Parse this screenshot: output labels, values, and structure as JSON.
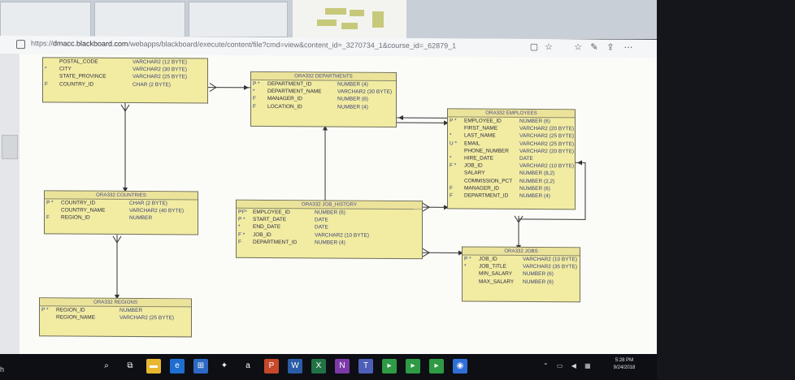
{
  "browser": {
    "url_prefix": "https://",
    "url_host": "dmacc.blackboard.com",
    "url_path": "/webapps/blackboard/execute/content/file?cmd=view&content_id=_3270734_1&course_id=_62879_1"
  },
  "entities": {
    "locations": {
      "rows": [
        {
          "key": "",
          "col": "POSTAL_CODE",
          "type": "VARCHAR2 (12 BYTE)"
        },
        {
          "key": "*",
          "col": "CITY",
          "type": "VARCHAR2 (30 BYTE)"
        },
        {
          "key": "",
          "col": "STATE_PROVINCE",
          "type": "VARCHAR2 (25 BYTE)"
        },
        {
          "key": "F",
          "col": "COUNTRY_ID",
          "type": "CHAR (2 BYTE)"
        }
      ]
    },
    "departments": {
      "title": "ORA332 DEPARTMENTS",
      "rows": [
        {
          "key": "P *",
          "col": "DEPARTMENT_ID",
          "type": "NUMBER (4)"
        },
        {
          "key": "*",
          "col": "DEPARTMENT_NAME",
          "type": "VARCHAR2 (30 BYTE)"
        },
        {
          "key": "F",
          "col": "MANAGER_ID",
          "type": "NUMBER (6)"
        },
        {
          "key": "F",
          "col": "LOCATION_ID",
          "type": "NUMBER (4)"
        }
      ]
    },
    "employees": {
      "title": "ORA332 EMPLOYEES",
      "rows": [
        {
          "key": "P *",
          "col": "EMPLOYEE_ID",
          "type": "NUMBER (6)"
        },
        {
          "key": "",
          "col": "FIRST_NAME",
          "type": "VARCHAR2 (20 BYTE)"
        },
        {
          "key": "*",
          "col": "LAST_NAME",
          "type": "VARCHAR2 (25 BYTE)"
        },
        {
          "key": "U *",
          "col": "EMAIL",
          "type": "VARCHAR2 (25 BYTE)"
        },
        {
          "key": "",
          "col": "PHONE_NUMBER",
          "type": "VARCHAR2 (20 BYTE)"
        },
        {
          "key": "*",
          "col": "HIRE_DATE",
          "type": "DATE"
        },
        {
          "key": "F *",
          "col": "JOB_ID",
          "type": "VARCHAR2 (10 BYTE)"
        },
        {
          "key": "",
          "col": "SALARY",
          "type": "NUMBER (8,2)"
        },
        {
          "key": "",
          "col": "COMMISSION_PCT",
          "type": "NUMBER (2,2)"
        },
        {
          "key": "F",
          "col": "MANAGER_ID",
          "type": "NUMBER (6)"
        },
        {
          "key": "F",
          "col": "DEPARTMENT_ID",
          "type": "NUMBER (4)"
        }
      ]
    },
    "countries": {
      "title": "ORA332 COUNTRIES",
      "rows": [
        {
          "key": "P *",
          "col": "COUNTRY_ID",
          "type": "CHAR (2 BYTE)"
        },
        {
          "key": "",
          "col": "COUNTRY_NAME",
          "type": "VARCHAR2 (40 BYTE)"
        },
        {
          "key": "F",
          "col": "REGION_ID",
          "type": "NUMBER"
        }
      ]
    },
    "job_history": {
      "title": "ORA332 JOB_HISTORY",
      "rows": [
        {
          "key": "PF*",
          "col": "EMPLOYEE_ID",
          "type": "NUMBER (6)"
        },
        {
          "key": "P *",
          "col": "START_DATE",
          "type": "DATE"
        },
        {
          "key": "*",
          "col": "END_DATE",
          "type": "DATE"
        },
        {
          "key": "F *",
          "col": "JOB_ID",
          "type": "VARCHAR2 (10 BYTE)"
        },
        {
          "key": "F",
          "col": "DEPARTMENT_ID",
          "type": "NUMBER (4)"
        }
      ]
    },
    "jobs": {
      "title": "ORA332 JOBS",
      "rows": [
        {
          "key": "P *",
          "col": "JOB_ID",
          "type": "VARCHAR2 (10 BYTE)"
        },
        {
          "key": "*",
          "col": "JOB_TITLE",
          "type": "VARCHAR2 (35 BYTE)"
        },
        {
          "key": "",
          "col": "MIN_SALARY",
          "type": "NUMBER (6)"
        },
        {
          "key": "",
          "col": "MAX_SALARY",
          "type": "NUMBER (6)"
        }
      ]
    },
    "regions": {
      "title": "ORA332 REGIONS",
      "rows": [
        {
          "key": "P *",
          "col": "REGION_ID",
          "type": "NUMBER"
        },
        {
          "key": "",
          "col": "REGION_NAME",
          "type": "VARCHAR2 (25 BYTE)"
        }
      ]
    }
  },
  "taskbar": {
    "icons": [
      "search-icon",
      "task-view-icon",
      "file-explorer-icon",
      "edge-icon",
      "store-icon",
      "dropbox-icon",
      "amazon-icon",
      "powerpoint-icon",
      "word-icon",
      "excel-icon",
      "onenote-icon",
      "teams-icon",
      "app-green-1-icon",
      "app-green-2-icon",
      "app-green-3-icon",
      "chrome-icon"
    ],
    "time": "5:28 PM",
    "date": "9/24/2018"
  },
  "side_label": "h"
}
